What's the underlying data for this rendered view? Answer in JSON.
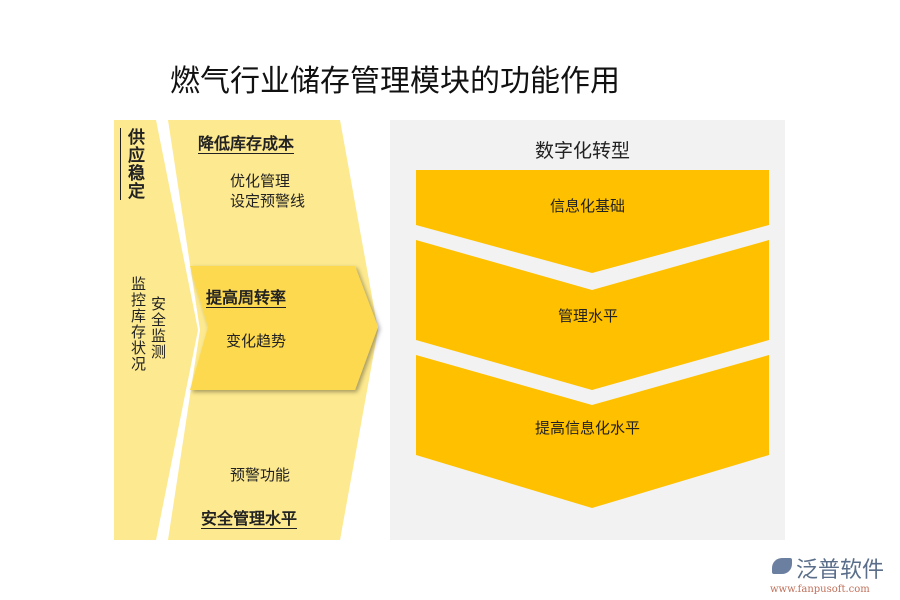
{
  "title": "燃气行业储存管理模块的功能作用",
  "left": {
    "strip_heading": "供应稳定",
    "strip_col1": "监控库存状况",
    "strip_col2": "安全监测",
    "top_heading": "降低库存成本",
    "top_line1": "优化管理",
    "top_line2": "设定预警线",
    "mid_heading": "提高周转率",
    "mid_text": "变化趋势",
    "bottom_text": "预警功能",
    "bottom_heading": "安全管理水平"
  },
  "right": {
    "heading": "数字化转型",
    "steps": [
      "信息化基础",
      "管理水平",
      "提高信息化水平"
    ]
  },
  "logo": {
    "name": "泛普软件",
    "url": "www.fanpusoft.com"
  },
  "colors": {
    "light_yellow": "#fde98f",
    "mid_yellow": "#fdd94f",
    "step_gold": "#ffc000",
    "panel_gray": "#f2f2f2"
  }
}
